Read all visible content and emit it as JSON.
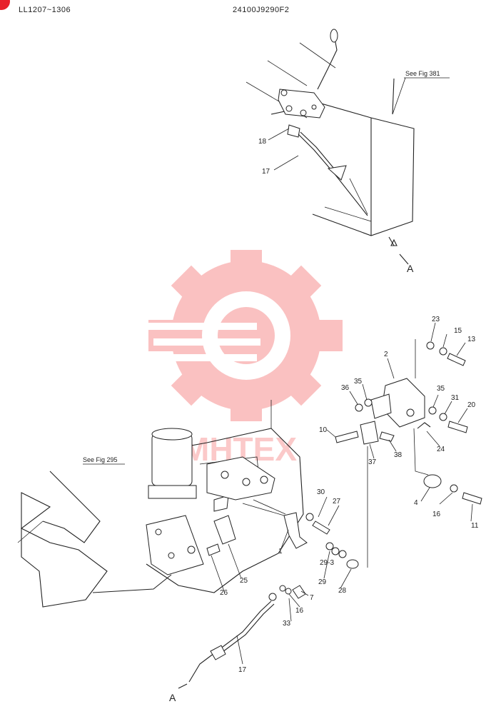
{
  "header": {
    "serial_range": "LL1207~1306",
    "drawing_number": "24100J9290F2"
  },
  "watermark": {
    "text": "MHTEX",
    "color": "#f25050"
  },
  "references": {
    "top": "See Fig 381",
    "left": "See Fig 295"
  },
  "view_markers": {
    "top": "A",
    "bottom": "A"
  },
  "callouts": {
    "c1": "1",
    "c2": "2",
    "c4": "4",
    "c7": "7",
    "c10": "10",
    "c11": "11",
    "c13": "13",
    "c15": "15",
    "c16a": "16",
    "c16b": "16",
    "c17a": "17",
    "c17b": "17",
    "c18": "18",
    "c20": "20",
    "c23": "23",
    "c24": "24",
    "c25": "25",
    "c26": "26",
    "c27": "27",
    "c28": "28",
    "c29": "29",
    "c29_3": "29-3",
    "c30": "30",
    "c31": "31",
    "c33": "33",
    "c35a": "35",
    "c35b": "35",
    "c36": "36",
    "c37": "37",
    "c38": "38"
  },
  "colors": {
    "accent": "#e8202a",
    "line": "#222222"
  }
}
